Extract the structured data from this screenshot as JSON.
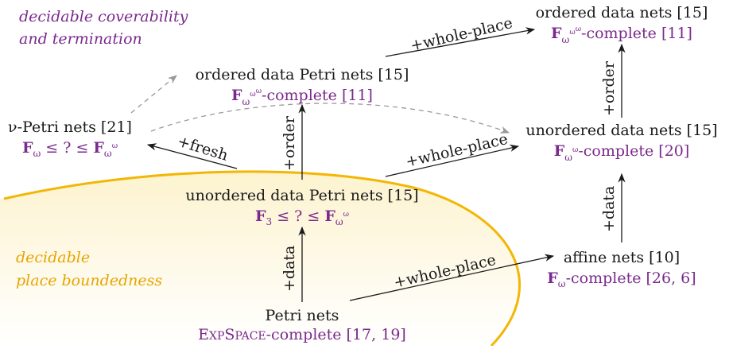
{
  "legend": {
    "coverability_line1": "decidable coverability",
    "coverability_line2": "and termination",
    "boundedness_line1": "decidable",
    "boundedness_line2": "place boundedness"
  },
  "nodes": {
    "ordered_data_nets": {
      "name": "ordered data nets [15]",
      "F": "F",
      "sub": "ω",
      "sup1": "ω",
      "sup2": "ω",
      "rest": "-complete [11]"
    },
    "ordered_data_petri_nets": {
      "name": "ordered data Petri nets [15]",
      "F": "F",
      "sub": "ω",
      "sup1": "ω",
      "sup2": "ω",
      "rest": "-complete [11]"
    },
    "nu_petri_nets": {
      "name": "ν-Petri nets [21]",
      "F1": "F",
      "sub1": "ω",
      "mid": " ≤ ? ≤ ",
      "F2": "F",
      "sub2": "ω",
      "sup2": "ω"
    },
    "unordered_data_nets": {
      "name": "unordered data nets [15]",
      "F": "F",
      "sub": "ω",
      "sup": "ω",
      "rest": "-complete [20]"
    },
    "unordered_data_petri_nets": {
      "name": "unordered data Petri nets [15]",
      "F1": "F",
      "sub1": "3",
      "mid": " ≤ ? ≤ ",
      "F2": "F",
      "sub2": "ω",
      "sup2": "ω"
    },
    "affine_nets": {
      "name": "affine nets [10]",
      "F": "F",
      "sub": "ω",
      "rest": "-complete [26, 6]"
    },
    "petri_nets": {
      "name": "Petri nets",
      "sc1": "E",
      "sc2": "XP",
      "sc3": "S",
      "sc4": "PACE",
      "rest": "-complete [17, 19]"
    }
  },
  "edges": {
    "whole_place_top": "+whole-place",
    "order_right": "+order",
    "order_mid": "+order",
    "fresh": "+fresh",
    "whole_place_mid": "+whole-place",
    "data_right": "+data",
    "data_mid": "+data",
    "whole_place_bottom": "+whole-place"
  },
  "colors": {
    "purple": "#7a2a8c",
    "gold": "#f2b705",
    "region_fill": "#fdf6de",
    "dashed": "#999999",
    "ink": "#1a1a1a"
  }
}
